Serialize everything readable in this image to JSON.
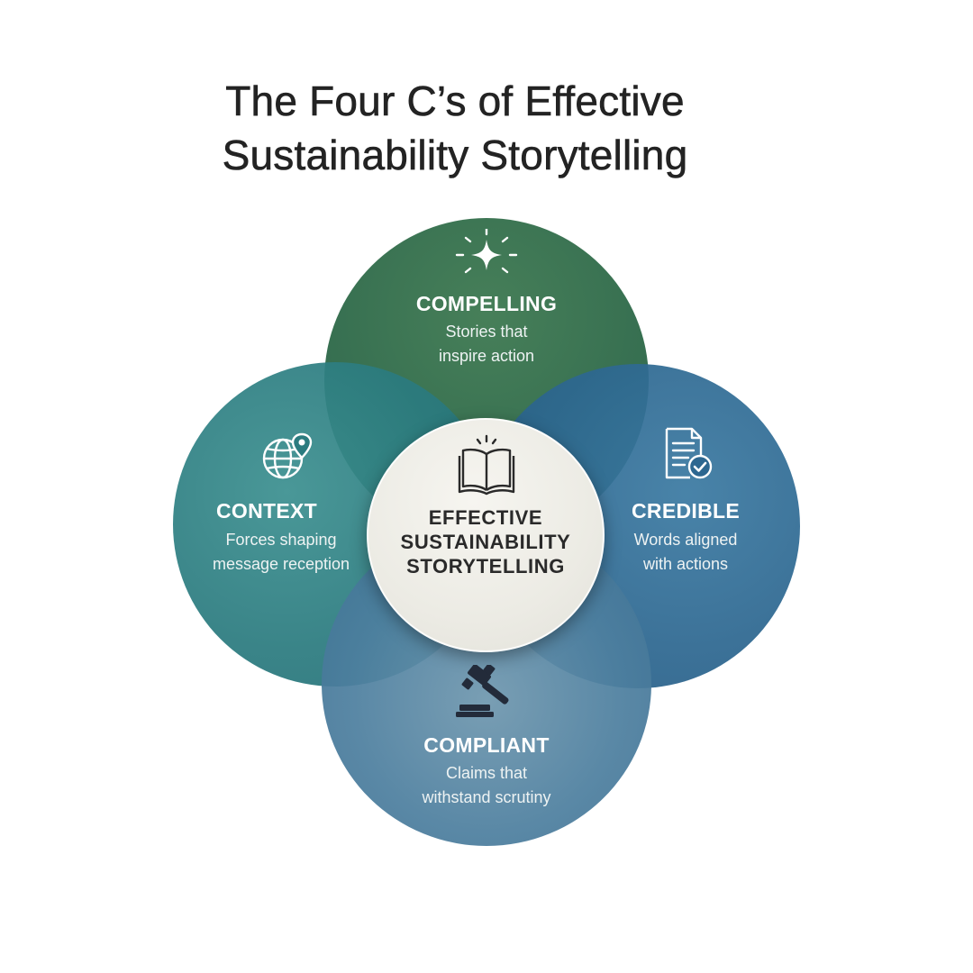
{
  "title": {
    "line1": "The Four C’s of Effective",
    "line2": "Sustainability Storytelling"
  },
  "center": {
    "line1": "EFFECTIVE",
    "line2": "SUSTAINABILITY",
    "line3": "STORYTELLING",
    "icon": "open-book-icon"
  },
  "segments": {
    "compelling": {
      "label": "COMPELLING",
      "desc_line1": "Stories that",
      "desc_line2": "inspire action",
      "icon": "sparkle-icon",
      "color": "#2f6a4a"
    },
    "context": {
      "label": "CONTEXT",
      "desc_line1": "Forces shaping",
      "desc_line2": "message reception",
      "icon": "globe-location-icon",
      "color": "#2b7b7f"
    },
    "credible": {
      "label": "CREDIBLE",
      "desc_line1": "Words aligned",
      "desc_line2": "with actions",
      "icon": "document-check-icon",
      "color": "#2d6790"
    },
    "compliant": {
      "label": "COMPLIANT",
      "desc_line1": "Claims that",
      "desc_line2": "withstand scrutiny",
      "icon": "gavel-icon",
      "color": "#4d7f9f"
    }
  }
}
